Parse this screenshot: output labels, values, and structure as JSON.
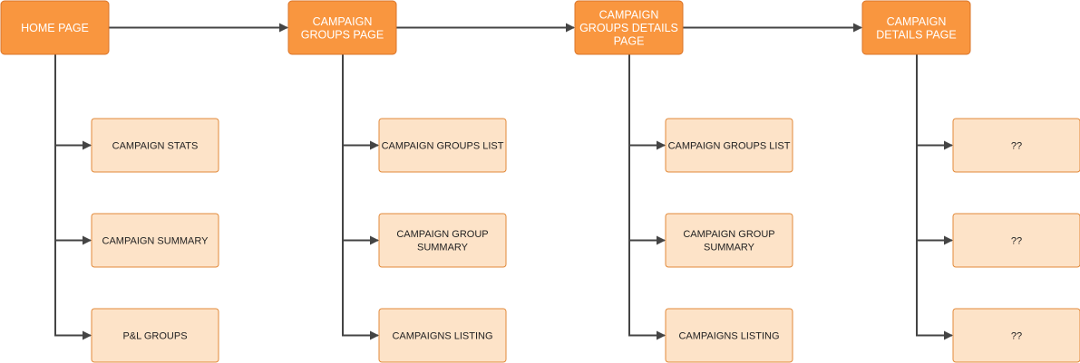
{
  "colors": {
    "page_fill": "#F9963F",
    "page_stroke": "#D9742A",
    "page_text": "#FFFFFF",
    "child_fill": "#FDE3C8",
    "child_stroke": "#E28A3A",
    "child_text": "#222222",
    "connector": "#444444"
  },
  "pages": [
    {
      "id": "home",
      "label": [
        "HOME PAGE"
      ],
      "children": [
        {
          "id": "campaign-stats",
          "label": [
            "CAMPAIGN STATS"
          ]
        },
        {
          "id": "campaign-summary",
          "label": [
            "CAMPAIGN SUMMARY"
          ]
        },
        {
          "id": "pl-groups",
          "label": [
            "P&L GROUPS"
          ]
        }
      ]
    },
    {
      "id": "campaign-groups",
      "label": [
        "CAMPAIGN",
        "GROUPS PAGE"
      ],
      "children": [
        {
          "id": "campaign-groups-list",
          "label": [
            "CAMPAIGN GROUPS LIST"
          ]
        },
        {
          "id": "campaign-group-summary",
          "label": [
            "CAMPAIGN GROUP",
            "SUMMARY"
          ]
        },
        {
          "id": "campaigns-listing",
          "label": [
            "CAMPAIGNS LISTING"
          ]
        }
      ]
    },
    {
      "id": "campaign-groups-details",
      "label": [
        "CAMPAIGN",
        "GROUPS DETAILS",
        "PAGE"
      ],
      "children": [
        {
          "id": "campaign-groups-list",
          "label": [
            "CAMPAIGN GROUPS LIST"
          ]
        },
        {
          "id": "campaign-group-summary",
          "label": [
            "CAMPAIGN GROUP",
            "SUMMARY"
          ]
        },
        {
          "id": "campaigns-listing",
          "label": [
            "CAMPAIGNS LISTING"
          ]
        }
      ]
    },
    {
      "id": "campaign-details",
      "label": [
        "CAMPAIGN",
        "DETAILS PAGE"
      ],
      "children": [
        {
          "id": "unknown-1",
          "label": [
            "??"
          ]
        },
        {
          "id": "unknown-2",
          "label": [
            "??"
          ]
        },
        {
          "id": "unknown-3",
          "label": [
            "??"
          ]
        }
      ]
    }
  ]
}
